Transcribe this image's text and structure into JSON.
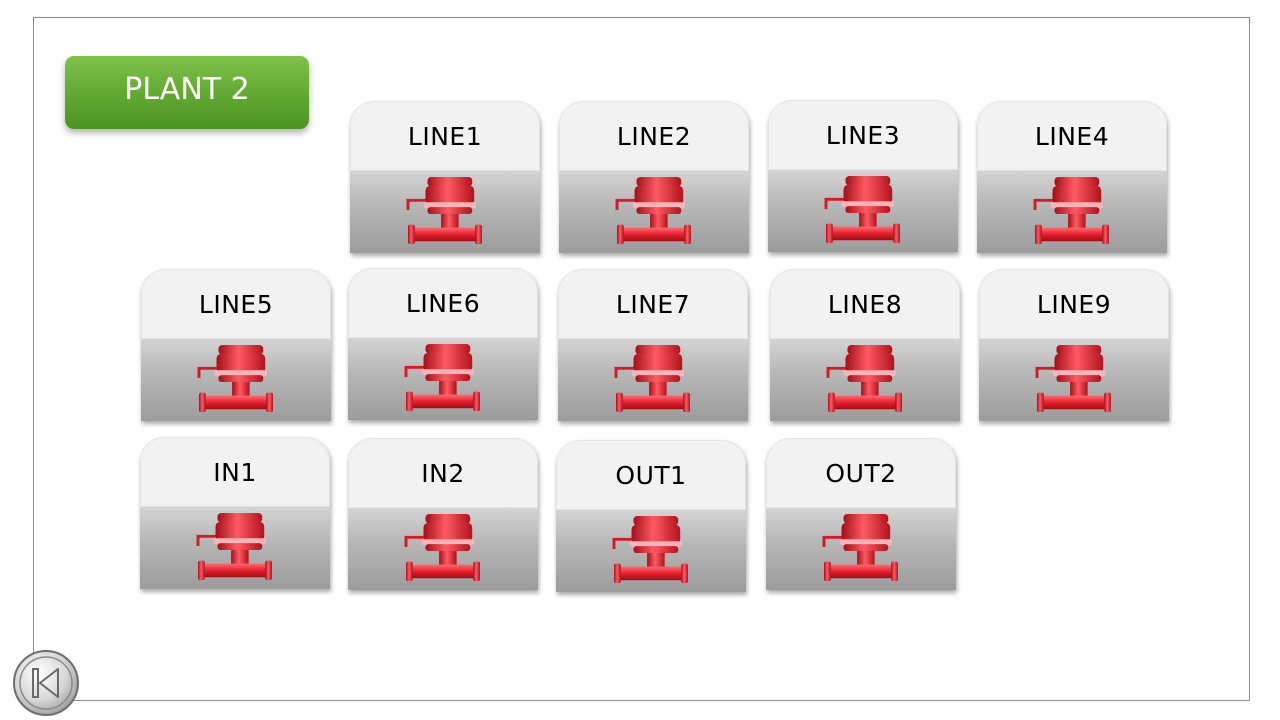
{
  "plant": {
    "label": "PLANT 2"
  },
  "colors": {
    "plant_button": "#5fa830",
    "valve_red": "#e8202c",
    "tile_top": "#f2f2f2",
    "tile_bottom": "#a8a8a8"
  },
  "tiles": [
    {
      "label": "LINE1",
      "icon": "valve-icon"
    },
    {
      "label": "LINE2",
      "icon": "valve-icon"
    },
    {
      "label": "LINE3",
      "icon": "valve-icon"
    },
    {
      "label": "LINE4",
      "icon": "valve-icon"
    },
    {
      "label": "LINE5",
      "icon": "valve-icon"
    },
    {
      "label": "LINE6",
      "icon": "valve-icon"
    },
    {
      "label": "LINE7",
      "icon": "valve-icon"
    },
    {
      "label": "LINE8",
      "icon": "valve-icon"
    },
    {
      "label": "LINE9",
      "icon": "valve-icon"
    },
    {
      "label": "IN1",
      "icon": "valve-icon"
    },
    {
      "label": "IN2",
      "icon": "valve-icon"
    },
    {
      "label": "OUT1",
      "icon": "valve-icon"
    },
    {
      "label": "OUT2",
      "icon": "valve-icon"
    }
  ],
  "navigation": {
    "back_icon": "skip-back-icon"
  }
}
